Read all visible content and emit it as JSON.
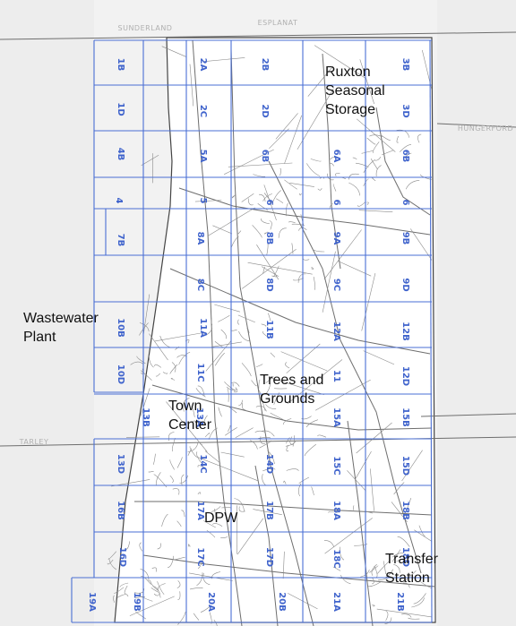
{
  "map": {
    "roads": [
      {
        "label": "SUNDERLAND"
      },
      {
        "label": "ESPLANAT"
      },
      {
        "label": "HUNGERFORD"
      },
      {
        "label": "TARLEY"
      }
    ],
    "grid_tiles": [
      "1B",
      "2A",
      "2B",
      "3B",
      "1D",
      "2C",
      "2D",
      "3D",
      "4B",
      "5A",
      "6B",
      "6A",
      "6B",
      "4",
      "5",
      "6",
      "6",
      "6",
      "7B",
      "8A",
      "8B",
      "9A",
      "9B",
      "8C",
      "8D",
      "9C",
      "9D",
      "10B",
      "11A",
      "11B",
      "12A",
      "12B",
      "10D",
      "11C",
      "11",
      "12D",
      "13B",
      "13A",
      "15A",
      "15B",
      "13D",
      "14C",
      "14D",
      "15C",
      "15D",
      "16B",
      "17A",
      "17B",
      "18A",
      "18B",
      "16D",
      "17C",
      "17D",
      "18C",
      "18D",
      "19A",
      "19B",
      "20A",
      "20B",
      "21A",
      "21B"
    ],
    "facilities": [
      {
        "id": "ruxton",
        "lines": [
          "Ruxton",
          "Seasonal",
          "Storage"
        ]
      },
      {
        "id": "wastewater",
        "lines": [
          "Wastewater",
          "Plant"
        ]
      },
      {
        "id": "trees",
        "lines": [
          "Trees and",
          "Grounds"
        ]
      },
      {
        "id": "town",
        "lines": [
          "Town",
          "Center"
        ]
      },
      {
        "id": "dpw",
        "lines": [
          "DPW"
        ]
      },
      {
        "id": "transfer",
        "lines": [
          "Transfer",
          "Station"
        ]
      }
    ],
    "colors": {
      "grid_line": "#4a6fd4",
      "tile_label": "#3f63cc",
      "road_line": "#6e6e6e",
      "road_label": "#b0b0b0",
      "background_outside": "#f0f0f0",
      "text": "#111111"
    }
  }
}
